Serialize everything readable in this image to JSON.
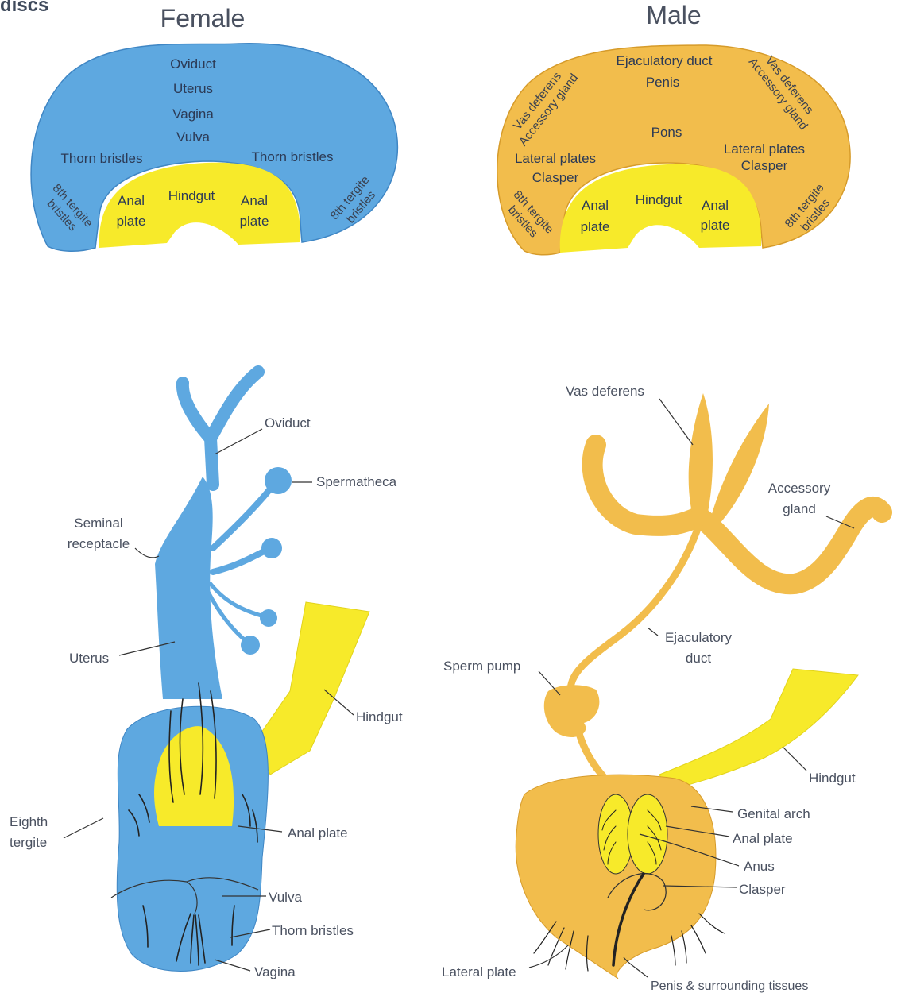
{
  "corner_title": "discs",
  "headers": {
    "female": "Female",
    "male": "Male"
  },
  "female_disc": {
    "oviduct": "Oviduct",
    "uterus": "Uterus",
    "vagina": "Vagina",
    "vulva": "Vulva",
    "thorn_left": "Thorn bristles",
    "thorn_right": "Thorn bristles",
    "anal_left_1": "Anal",
    "anal_left_2": "plate",
    "hindgut": "Hindgut",
    "anal_right_1": "Anal",
    "anal_right_2": "plate",
    "tergite_left_1": "8th tergite",
    "tergite_left_2": "bristles",
    "tergite_right_1": "8th tergite",
    "tergite_right_2": "bristles"
  },
  "male_disc": {
    "ejaculatory_duct": "Ejaculatory duct",
    "penis": "Penis",
    "pons": "Pons",
    "vas_left": "Vas deferens",
    "acc_left": "Accessory gland",
    "vas_right": "Vas deferens",
    "acc_right": "Accessory gland",
    "lateral_left": "Lateral plates",
    "clasper_left": "Clasper",
    "lateral_right": "Lateral plates",
    "clasper_right": "Clasper",
    "anal_left_1": "Anal",
    "anal_left_2": "plate",
    "hindgut": "Hindgut",
    "anal_right_1": "Anal",
    "anal_right_2": "plate",
    "tergite_left_1": "8th tergite",
    "tergite_left_2": "bristles",
    "tergite_right_1": "8th tergite",
    "tergite_right_2": "bristles"
  },
  "female_adult": {
    "oviduct": "Oviduct",
    "spermatheca": "Spermatheca",
    "seminal_1": "Seminal",
    "seminal_2": "receptacle",
    "uterus": "Uterus",
    "hindgut": "Hindgut",
    "eighth_1": "Eighth",
    "eighth_2": "tergite",
    "anal_plate": "Anal plate",
    "vulva": "Vulva",
    "thorn_bristles": "Thorn bristles",
    "vagina": "Vagina"
  },
  "male_adult": {
    "vas_deferens": "Vas deferens",
    "accessory_1": "Accessory",
    "accessory_2": "gland",
    "ejaculatory_1": "Ejaculatory",
    "ejaculatory_2": "duct",
    "sperm_pump": "Sperm pump",
    "hindgut": "Hindgut",
    "genital_arch": "Genital arch",
    "anal_plate": "Anal plate",
    "anus": "Anus",
    "clasper": "Clasper",
    "lateral_plate": "Lateral plate",
    "penis": "Penis & surrounding tissues"
  },
  "colors": {
    "blue": "#5ea8e0",
    "yellow": "#f7ea2a",
    "orange": "#f2bd4c",
    "text": "#4a5160"
  }
}
